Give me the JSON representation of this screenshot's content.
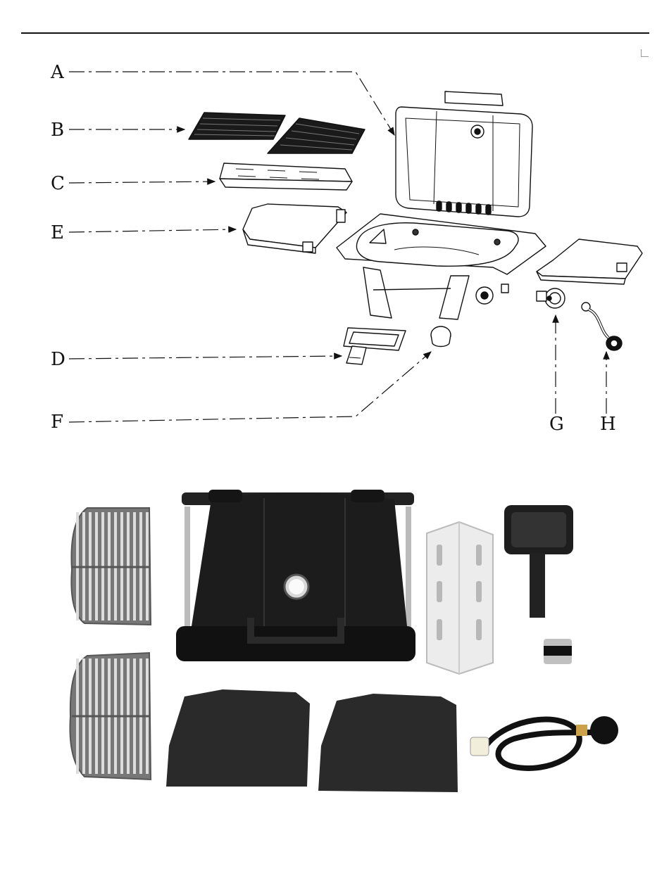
{
  "diagram": {
    "callouts": [
      {
        "id": "A",
        "label": "A"
      },
      {
        "id": "B",
        "label": "B"
      },
      {
        "id": "C",
        "label": "C"
      },
      {
        "id": "E",
        "label": "E"
      },
      {
        "id": "D",
        "label": "D"
      },
      {
        "id": "F",
        "label": "F"
      },
      {
        "id": "G",
        "label": "G"
      },
      {
        "id": "H",
        "label": "H"
      }
    ],
    "colors": {
      "line": "#111111",
      "metal": "#8c8c8c",
      "body": "#1c1c1c",
      "steel": "#e8e8e8"
    }
  }
}
